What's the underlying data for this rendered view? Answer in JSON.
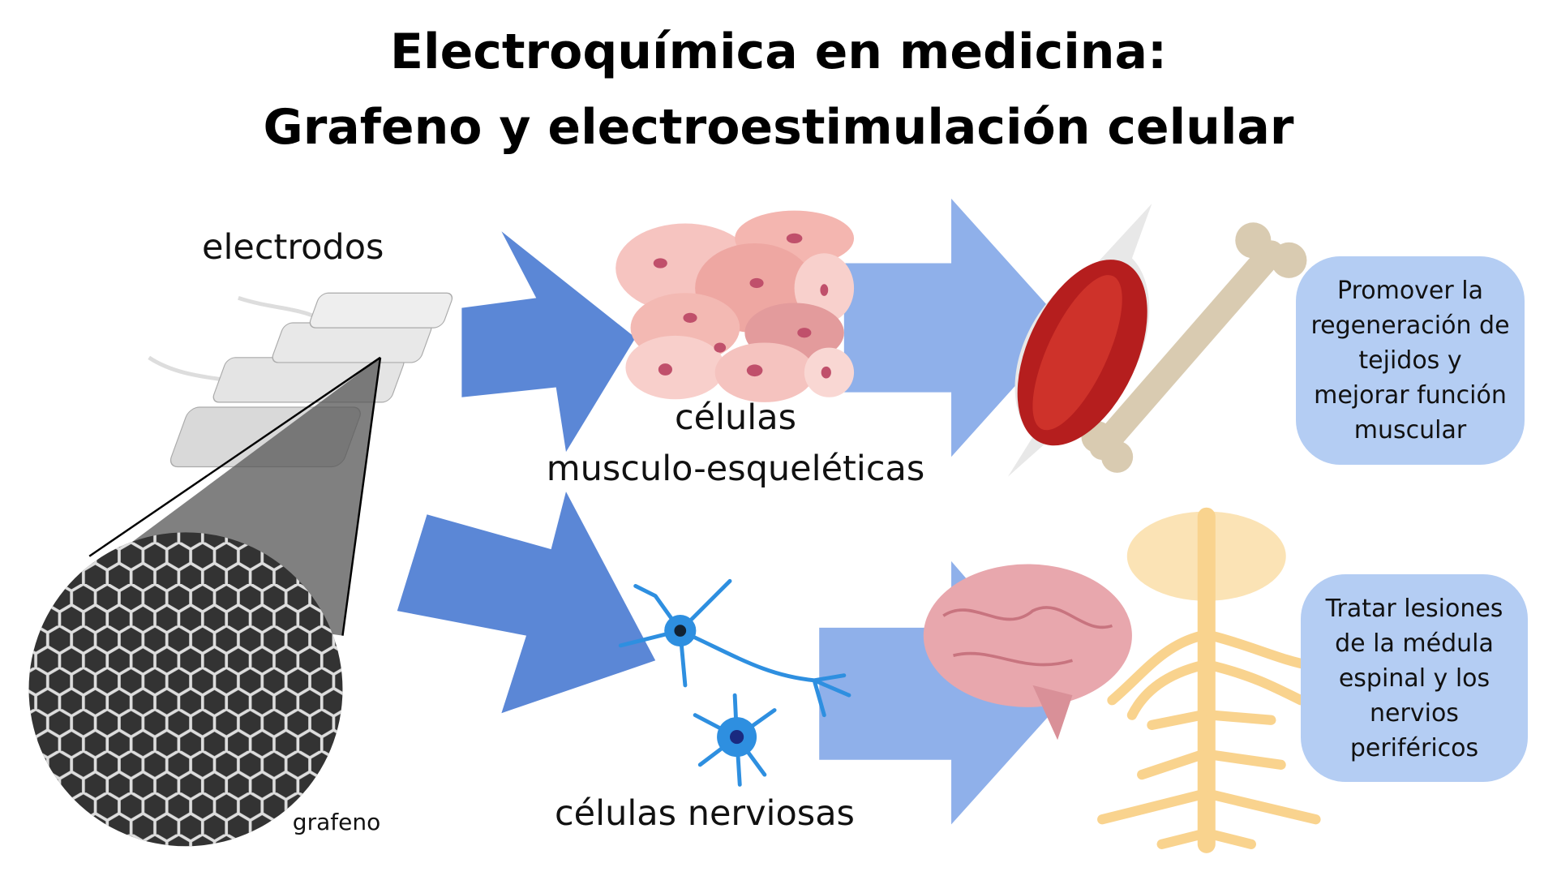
{
  "title": {
    "line1": "Electroquímica en medicina:",
    "line2": "Grafeno y electroestimulación celular"
  },
  "labels": {
    "electrodes": "electrodos",
    "graphene": "grafeno",
    "muscle_cells_line1": "células",
    "muscle_cells_line2": "musculo-esqueléticas",
    "nerve_cells": "células nerviosas"
  },
  "outcomes": {
    "muscle": "Promover la regeneración de tejidos y mejorar función muscular",
    "nerve": "Tratar lesiones de la médula espinal y los nervios periféricos"
  },
  "colors": {
    "arrow_dark": "#5b87d6",
    "arrow_light": "#8fb0ea",
    "box": "#b4cdf3",
    "spine": "#f9d38e"
  }
}
